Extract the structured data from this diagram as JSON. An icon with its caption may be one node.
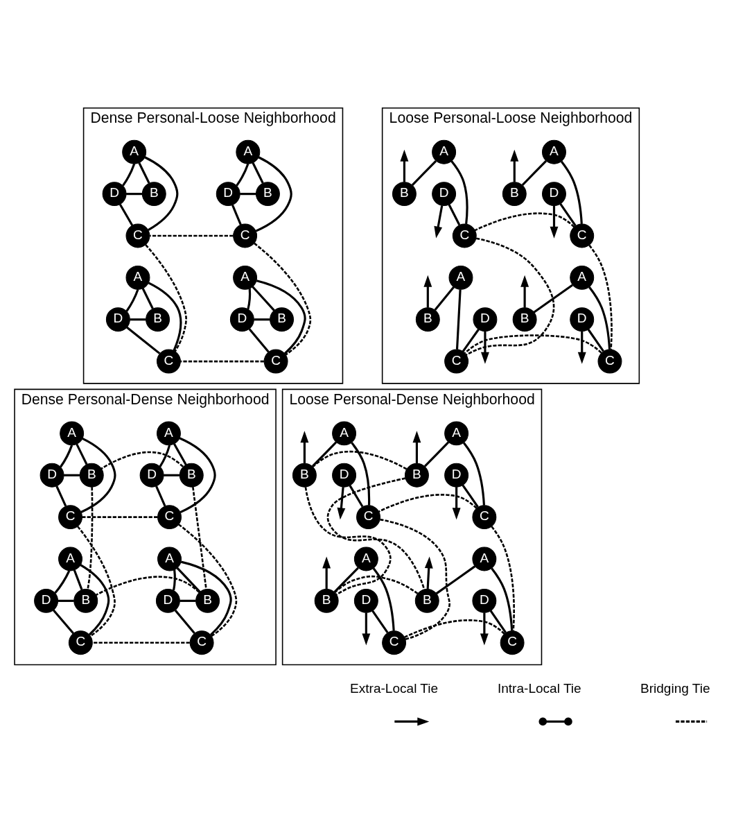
{
  "diagram": {
    "nodes": [
      {
        "text": [
          "Dense Personal-Loose Neighborhood"
        ]
      },
      {
        "text": [
          "Loose Personal-Loose Neighborhood"
        ]
      },
      {
        "text": [
          "Dense Personal-Dense Neighborhood"
        ]
      },
      {
        "text": [
          "Loose Personal-Dense Neighborhood"
        ]
      },
      {
        "text": [
          "A"
        ],
        "in": 0
      },
      {
        "text": [
          "D"
        ],
        "in": 0
      },
      {
        "text": [
          "B"
        ],
        "in": 0
      },
      {
        "text": [
          "C"
        ],
        "in": 0
      },
      {
        "text": [
          "A"
        ],
        "in": 0
      },
      {
        "text": [
          "D"
        ],
        "in": 0
      },
      {
        "text": [
          "B"
        ],
        "in": 0
      },
      {
        "text": [
          "C"
        ],
        "in": 0
      },
      {
        "text": [
          "A"
        ],
        "in": 0
      },
      {
        "text": [
          "D"
        ],
        "in": 0
      },
      {
        "text": [
          "B"
        ],
        "in": 0
      },
      {
        "text": [
          "C"
        ],
        "in": 0
      },
      {
        "text": [
          "A"
        ],
        "in": 0
      },
      {
        "text": [
          "D"
        ],
        "in": 0
      },
      {
        "text": [
          "B"
        ],
        "in": 0
      },
      {
        "text": [
          "C"
        ],
        "in": 0
      },
      {
        "text": [
          "A"
        ],
        "in": 1
      },
      {
        "text": [
          "D"
        ],
        "in": 1
      },
      {
        "text": [
          "B"
        ],
        "in": 1
      },
      {
        "text": [
          "C"
        ],
        "in": 1
      },
      {
        "text": [
          "A"
        ],
        "in": 1
      },
      {
        "text": [
          "D"
        ],
        "in": 1
      },
      {
        "text": [
          "B"
        ],
        "in": 1
      },
      {
        "text": [
          "C"
        ],
        "in": 1
      },
      {
        "text": [
          "A"
        ],
        "in": 1
      },
      {
        "text": [
          "D"
        ],
        "in": 1
      },
      {
        "text": [
          "B"
        ],
        "in": 1
      },
      {
        "text": [
          "C"
        ],
        "in": 1
      },
      {
        "text": [
          "A"
        ],
        "in": 1
      },
      {
        "text": [
          "D"
        ],
        "in": 1
      },
      {
        "text": [
          "B"
        ],
        "in": 1
      },
      {
        "text": [
          "C"
        ],
        "in": 1
      },
      {
        "text": [
          "A"
        ],
        "in": 2
      },
      {
        "text": [
          "D"
        ],
        "in": 2
      },
      {
        "text": [
          "B"
        ],
        "in": 2
      },
      {
        "text": [
          "C"
        ],
        "in": 2
      },
      {
        "text": [
          "A"
        ],
        "in": 2
      },
      {
        "text": [
          "D"
        ],
        "in": 2
      },
      {
        "text": [
          "B"
        ],
        "in": 2
      },
      {
        "text": [
          "C"
        ],
        "in": 2
      },
      {
        "text": [
          "A"
        ],
        "in": 2
      },
      {
        "text": [
          "D"
        ],
        "in": 2
      },
      {
        "text": [
          "B"
        ],
        "in": 2
      },
      {
        "text": [
          "C"
        ],
        "in": 2
      },
      {
        "text": [
          "A"
        ],
        "in": 2
      },
      {
        "text": [
          "D"
        ],
        "in": 2
      },
      {
        "text": [
          "B"
        ],
        "in": 2
      },
      {
        "text": [
          "C"
        ],
        "in": 2
      },
      {
        "text": [
          "A"
        ],
        "in": 3
      },
      {
        "text": [
          "D"
        ],
        "in": 3
      },
      {
        "text": [
          "B"
        ],
        "in": 3
      },
      {
        "text": [
          "C"
        ],
        "in": 3
      },
      {
        "text": [
          "A"
        ],
        "in": 3
      },
      {
        "text": [
          "D"
        ],
        "in": 3
      },
      {
        "text": [
          "B"
        ],
        "in": 3
      },
      {
        "text": [
          "C"
        ],
        "in": 3
      },
      {
        "text": [
          "A"
        ],
        "in": 3
      },
      {
        "text": [
          "D"
        ],
        "in": 3
      },
      {
        "text": [
          "B"
        ],
        "in": 3
      },
      {
        "text": [
          "C"
        ],
        "in": 3
      },
      {
        "text": [
          "A"
        ],
        "in": 3
      },
      {
        "text": [
          "D"
        ],
        "in": 3
      },
      {
        "text": [
          "B"
        ],
        "in": 3
      },
      {
        "text": [
          "C"
        ],
        "in": 3
      }
    ],
    "edges": [
      {
        "from": 4,
        "to": 5,
        "arrow": "none"
      },
      {
        "from": 4,
        "to": 6,
        "arrow": "none"
      },
      {
        "from": 4,
        "to": 7,
        "arrow": "none"
      },
      {
        "from": 5,
        "to": 6,
        "arrow": "none"
      },
      {
        "from": 5,
        "to": 7,
        "arrow": "none"
      },
      {
        "from": 8,
        "to": 9,
        "arrow": "none"
      },
      {
        "from": 8,
        "to": 10,
        "arrow": "none"
      },
      {
        "from": 8,
        "to": 11,
        "arrow": "none"
      },
      {
        "from": 9,
        "to": 10,
        "arrow": "none"
      },
      {
        "from": 9,
        "to": 11,
        "arrow": "none"
      },
      {
        "from": 12,
        "to": 13,
        "arrow": "none"
      },
      {
        "from": 12,
        "to": 14,
        "arrow": "none"
      },
      {
        "from": 12,
        "to": 15,
        "arrow": "none"
      },
      {
        "from": 13,
        "to": 14,
        "arrow": "none"
      },
      {
        "from": 13,
        "to": 15,
        "arrow": "none"
      },
      {
        "from": 16,
        "to": 17,
        "arrow": "none"
      },
      {
        "from": 16,
        "to": 18,
        "arrow": "none"
      },
      {
        "from": 16,
        "to": 19,
        "arrow": "none"
      },
      {
        "from": 17,
        "to": 18,
        "arrow": "none"
      },
      {
        "from": 17,
        "to": 19,
        "arrow": "none"
      },
      {
        "from": 7,
        "to": 11,
        "arrow": "none",
        "style": "dashed"
      },
      {
        "from": 7,
        "to": 15,
        "arrow": "none",
        "style": "dashed"
      },
      {
        "from": 11,
        "to": 19,
        "arrow": "none",
        "style": "dashed"
      },
      {
        "from": 15,
        "to": 19,
        "arrow": "none",
        "style": "dashed"
      },
      {
        "from": 20,
        "to": 23,
        "arrow": "none"
      },
      {
        "from": 20,
        "to": 22,
        "arrow": "none"
      },
      {
        "from": 21,
        "to": 23,
        "arrow": "none"
      },
      {
        "from": 22,
        "to": null,
        "arrow": "to"
      },
      {
        "from": 21,
        "to": null,
        "arrow": "to"
      },
      {
        "from": 24,
        "to": 27,
        "arrow": "none"
      },
      {
        "from": 24,
        "to": 26,
        "arrow": "none"
      },
      {
        "from": 25,
        "to": 27,
        "arrow": "none"
      },
      {
        "from": 26,
        "to": null,
        "arrow": "to"
      },
      {
        "from": 25,
        "to": null,
        "arrow": "to"
      },
      {
        "from": 28,
        "to": 31,
        "arrow": "none"
      },
      {
        "from": 28,
        "to": 30,
        "arrow": "none"
      },
      {
        "from": 29,
        "to": 31,
        "arrow": "none"
      },
      {
        "from": 30,
        "to": null,
        "arrow": "to"
      },
      {
        "from": 29,
        "to": null,
        "arrow": "to"
      },
      {
        "from": 32,
        "to": 35,
        "arrow": "none"
      },
      {
        "from": 32,
        "to": 34,
        "arrow": "none"
      },
      {
        "from": 33,
        "to": 35,
        "arrow": "none"
      },
      {
        "from": 34,
        "to": null,
        "arrow": "to"
      },
      {
        "from": 33,
        "to": null,
        "arrow": "to"
      },
      {
        "from": 23,
        "to": 27,
        "arrow": "none",
        "style": "dashed"
      },
      {
        "from": 23,
        "to": 31,
        "arrow": "none",
        "style": "dashed"
      },
      {
        "from": 27,
        "to": 35,
        "arrow": "none",
        "style": "dashed"
      },
      {
        "from": 31,
        "to": 35,
        "arrow": "none",
        "style": "dashed"
      },
      {
        "from": 36,
        "to": 37,
        "arrow": "none"
      },
      {
        "from": 36,
        "to": 38,
        "arrow": "none"
      },
      {
        "from": 36,
        "to": 39,
        "arrow": "none"
      },
      {
        "from": 37,
        "to": 38,
        "arrow": "none"
      },
      {
        "from": 37,
        "to": 39,
        "arrow": "none"
      },
      {
        "from": 40,
        "to": 41,
        "arrow": "none"
      },
      {
        "from": 40,
        "to": 42,
        "arrow": "none"
      },
      {
        "from": 40,
        "to": 43,
        "arrow": "none"
      },
      {
        "from": 41,
        "to": 42,
        "arrow": "none"
      },
      {
        "from": 41,
        "to": 43,
        "arrow": "none"
      },
      {
        "from": 44,
        "to": 45,
        "arrow": "none"
      },
      {
        "from": 44,
        "to": 46,
        "arrow": "none"
      },
      {
        "from": 44,
        "to": 47,
        "arrow": "none"
      },
      {
        "from": 45,
        "to": 46,
        "arrow": "none"
      },
      {
        "from": 45,
        "to": 47,
        "arrow": "none"
      },
      {
        "from": 48,
        "to": 49,
        "arrow": "none"
      },
      {
        "from": 48,
        "to": 50,
        "arrow": "none"
      },
      {
        "from": 48,
        "to": 51,
        "arrow": "none"
      },
      {
        "from": 49,
        "to": 50,
        "arrow": "none"
      },
      {
        "from": 49,
        "to": 51,
        "arrow": "none"
      },
      {
        "from": 38,
        "to": 42,
        "arrow": "none",
        "style": "dashed"
      },
      {
        "from": 38,
        "to": 46,
        "arrow": "none",
        "style": "dashed"
      },
      {
        "from": 42,
        "to": 50,
        "arrow": "none",
        "style": "dashed"
      },
      {
        "from": 46,
        "to": 50,
        "arrow": "none",
        "style": "dashed"
      },
      {
        "from": 39,
        "to": 43,
        "arrow": "none",
        "style": "dashed"
      },
      {
        "from": 39,
        "to": 47,
        "arrow": "none",
        "style": "dashed"
      },
      {
        "from": 43,
        "to": 51,
        "arrow": "none",
        "style": "dashed"
      },
      {
        "from": 47,
        "to": 51,
        "arrow": "none",
        "style": "dashed"
      },
      {
        "from": 52,
        "to": 55,
        "arrow": "none"
      },
      {
        "from": 52,
        "to": 54,
        "arrow": "none"
      },
      {
        "from": 53,
        "to": 55,
        "arrow": "none"
      },
      {
        "from": 54,
        "to": null,
        "arrow": "to"
      },
      {
        "from": 53,
        "to": null,
        "arrow": "to"
      },
      {
        "from": 56,
        "to": 59,
        "arrow": "none"
      },
      {
        "from": 56,
        "to": 58,
        "arrow": "none"
      },
      {
        "from": 57,
        "to": 59,
        "arrow": "none"
      },
      {
        "from": 58,
        "to": null,
        "arrow": "to"
      },
      {
        "from": 57,
        "to": null,
        "arrow": "to"
      },
      {
        "from": 60,
        "to": 63,
        "arrow": "none"
      },
      {
        "from": 60,
        "to": 62,
        "arrow": "none"
      },
      {
        "from": 61,
        "to": 63,
        "arrow": "none"
      },
      {
        "from": 62,
        "to": null,
        "arrow": "to"
      },
      {
        "from": 61,
        "to": null,
        "arrow": "to"
      },
      {
        "from": 64,
        "to": 67,
        "arrow": "none"
      },
      {
        "from": 64,
        "to": 66,
        "arrow": "none"
      },
      {
        "from": 65,
        "to": 67,
        "arrow": "none"
      },
      {
        "from": 66,
        "to": null,
        "arrow": "to"
      },
      {
        "from": 65,
        "to": null,
        "arrow": "to"
      },
      {
        "from": 54,
        "to": 58,
        "arrow": "none",
        "style": "dashed"
      },
      {
        "from": 54,
        "to": 62,
        "arrow": "none",
        "style": "dashed"
      },
      {
        "from": 58,
        "to": 66,
        "arrow": "none",
        "style": "dashed"
      },
      {
        "from": 62,
        "to": 66,
        "arrow": "none",
        "style": "dashed"
      },
      {
        "from": 55,
        "to": 59,
        "arrow": "none",
        "style": "dashed"
      },
      {
        "from": 55,
        "to": 63,
        "arrow": "none",
        "style": "dashed"
      },
      {
        "from": 59,
        "to": 67,
        "arrow": "none",
        "style": "dashed"
      },
      {
        "from": 63,
        "to": 67,
        "arrow": "none",
        "style": "dashed"
      }
    ],
    "legend": [
      {
        "text": "Extra-Local Tie"
      },
      {
        "text": "Intra-Local Tie"
      },
      {
        "text": "Bridging Tie"
      }
    ]
  }
}
